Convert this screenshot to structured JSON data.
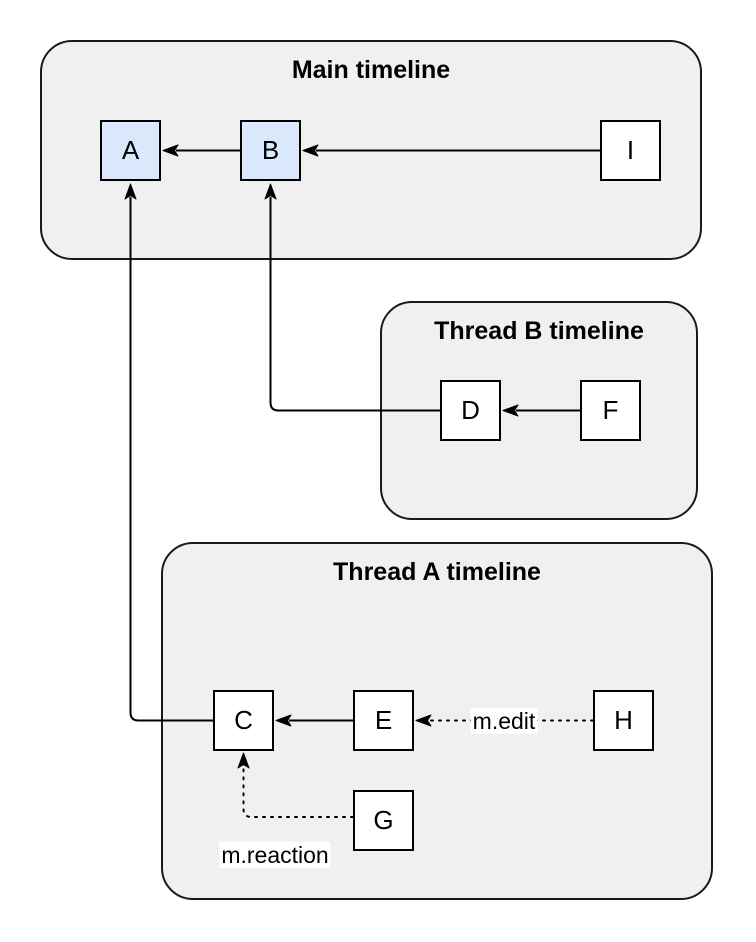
{
  "containers": {
    "main": {
      "title": "Main timeline"
    },
    "thread_b": {
      "title": "Thread B timeline"
    },
    "thread_a": {
      "title": "Thread A timeline"
    }
  },
  "nodes": {
    "a": {
      "label": "A",
      "highlighted": true
    },
    "b": {
      "label": "B",
      "highlighted": true
    },
    "i": {
      "label": "I",
      "highlighted": false
    },
    "d": {
      "label": "D",
      "highlighted": false
    },
    "f": {
      "label": "F",
      "highlighted": false
    },
    "c": {
      "label": "C",
      "highlighted": false
    },
    "e": {
      "label": "E",
      "highlighted": false
    },
    "h": {
      "label": "H",
      "highlighted": false
    },
    "g": {
      "label": "G",
      "highlighted": false
    }
  },
  "edges": {
    "b_to_a": {
      "from": "B",
      "to": "A",
      "style": "solid"
    },
    "i_to_b": {
      "from": "I",
      "to": "B",
      "style": "solid"
    },
    "f_to_d": {
      "from": "F",
      "to": "D",
      "style": "solid"
    },
    "d_to_b": {
      "from": "D",
      "to": "B",
      "style": "solid"
    },
    "e_to_c": {
      "from": "E",
      "to": "C",
      "style": "solid"
    },
    "c_to_a": {
      "from": "C",
      "to": "A",
      "style": "solid"
    },
    "h_to_e": {
      "from": "H",
      "to": "E",
      "style": "dotted",
      "label": "m.edit"
    },
    "g_to_c": {
      "from": "G",
      "to": "C",
      "style": "dotted",
      "label": "m.reaction"
    }
  },
  "colors": {
    "container_fill": "#f0f0f0",
    "container_border": "#1a1a1a",
    "node_fill": "#ffffff",
    "node_highlight_fill": "#dae8fc",
    "node_border": "#000000",
    "edge_color": "#000000",
    "label_bg": "#ffffff",
    "canvas_bg": "#ffffff"
  }
}
